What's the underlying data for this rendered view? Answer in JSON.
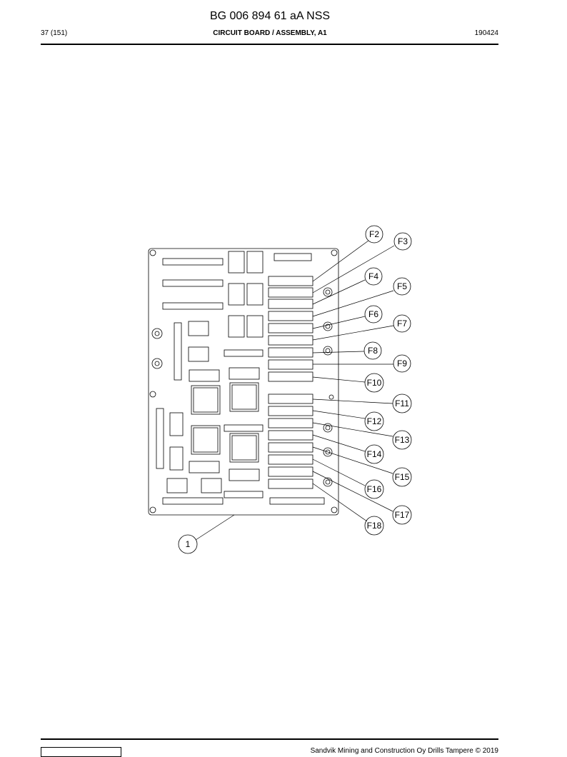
{
  "header": {
    "title": "BG 006 894 61 aA NSS",
    "page": "37 (151)",
    "section": "CIRCUIT BOARD / ASSEMBLY, A1",
    "code": "190424"
  },
  "callouts": {
    "part": "1",
    "fuses": [
      "F2",
      "F3",
      "F4",
      "F5",
      "F6",
      "F7",
      "F8",
      "F9",
      "F10",
      "F11",
      "F12",
      "F13",
      "F14",
      "F15",
      "F16",
      "F17",
      "F18"
    ]
  },
  "footer": {
    "copyright": "Sandvik Mining and Construction Oy Drills Tampere © 2019"
  }
}
